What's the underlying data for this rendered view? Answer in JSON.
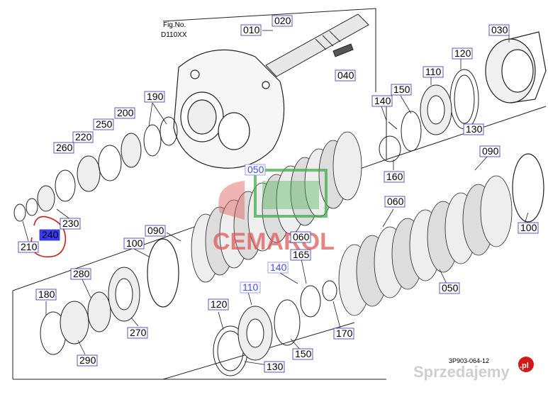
{
  "figure": {
    "fig_label": "Fig.No.",
    "fig_code": "D110XX",
    "ref_code": "3P903-064-12"
  },
  "colors": {
    "line": "#222222",
    "box_fill": "#ffffff",
    "box_stroke": "#3030b0",
    "highlight": "#3a3aff",
    "red_mark": "#d21a1a",
    "wm_red": "#e05a5a",
    "wm_green": "#3fae4a"
  },
  "parts": {
    "p010": "010",
    "p020": "020",
    "p030": "030",
    "p040": "040",
    "p050a": "050",
    "p050b": "050",
    "p060a": "060",
    "p060b": "060",
    "p090a": "090",
    "p090b": "090",
    "p100a": "100",
    "p100b": "100",
    "p110a": "110",
    "p110b": "110",
    "p120a": "120",
    "p120b": "120",
    "p130a": "130",
    "p130b": "130",
    "p140a": "140",
    "p140b": "140",
    "p150a": "150",
    "p150b": "150",
    "p160": "160",
    "p165": "165",
    "p170": "170",
    "p180": "180",
    "p190": "190",
    "p200": "200",
    "p210": "210",
    "p220": "220",
    "p230": "230",
    "p240": "240",
    "p250": "250",
    "p260": "260",
    "p270": "270",
    "p280": "280",
    "p290": "290"
  },
  "watermarks": {
    "site": "Sprzedajemy",
    "site_tld": ".pl",
    "brand": "CEMAROL"
  }
}
